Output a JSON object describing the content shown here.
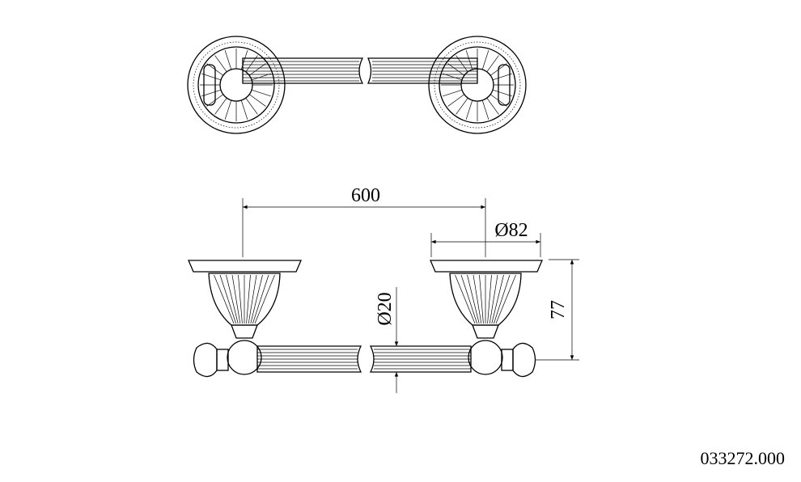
{
  "drawing": {
    "dimensions": {
      "length": "600",
      "base_diameter": "Ø82",
      "bar_diameter": "Ø20",
      "height": "77"
    },
    "product_code": "033272.000"
  }
}
